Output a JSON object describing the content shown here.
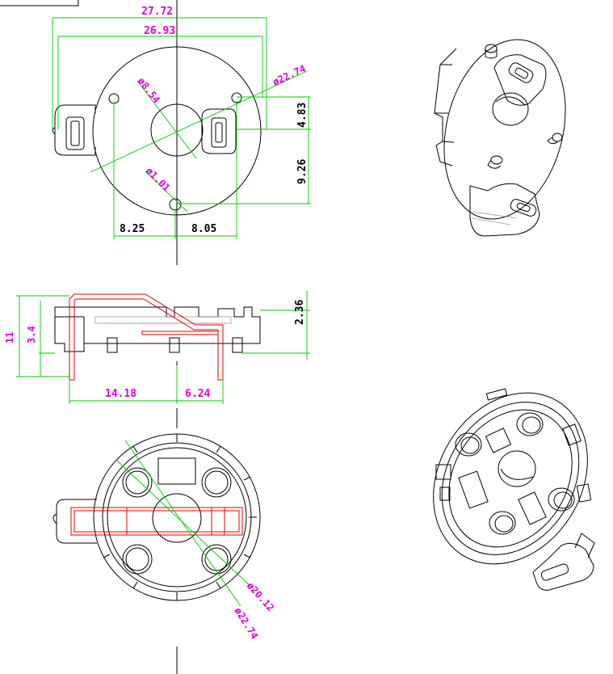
{
  "top_view": {
    "overall_width": "27.72",
    "inner_width": "26.93",
    "outer_diameter": "ø22.74",
    "hole_diameter": "ø8.54",
    "pin_diameter": "ø1.01",
    "offset_upper": "4.83",
    "offset_lower": "9.26",
    "left_spacing": "8.25",
    "right_spacing": "8.05"
  },
  "side_view": {
    "total_height": "11",
    "base_height": "3.4",
    "top_height": "2.36",
    "left_span": "14.18",
    "right_span": "6.24"
  },
  "bottom_view": {
    "inner_diameter": "ø20.12",
    "outer_diameter": "ø22.74"
  },
  "colors": {
    "dimension_text": "#e000e0",
    "dimension_line": "#00c800",
    "contact_outline": "#e00000",
    "outline": "#000000"
  }
}
